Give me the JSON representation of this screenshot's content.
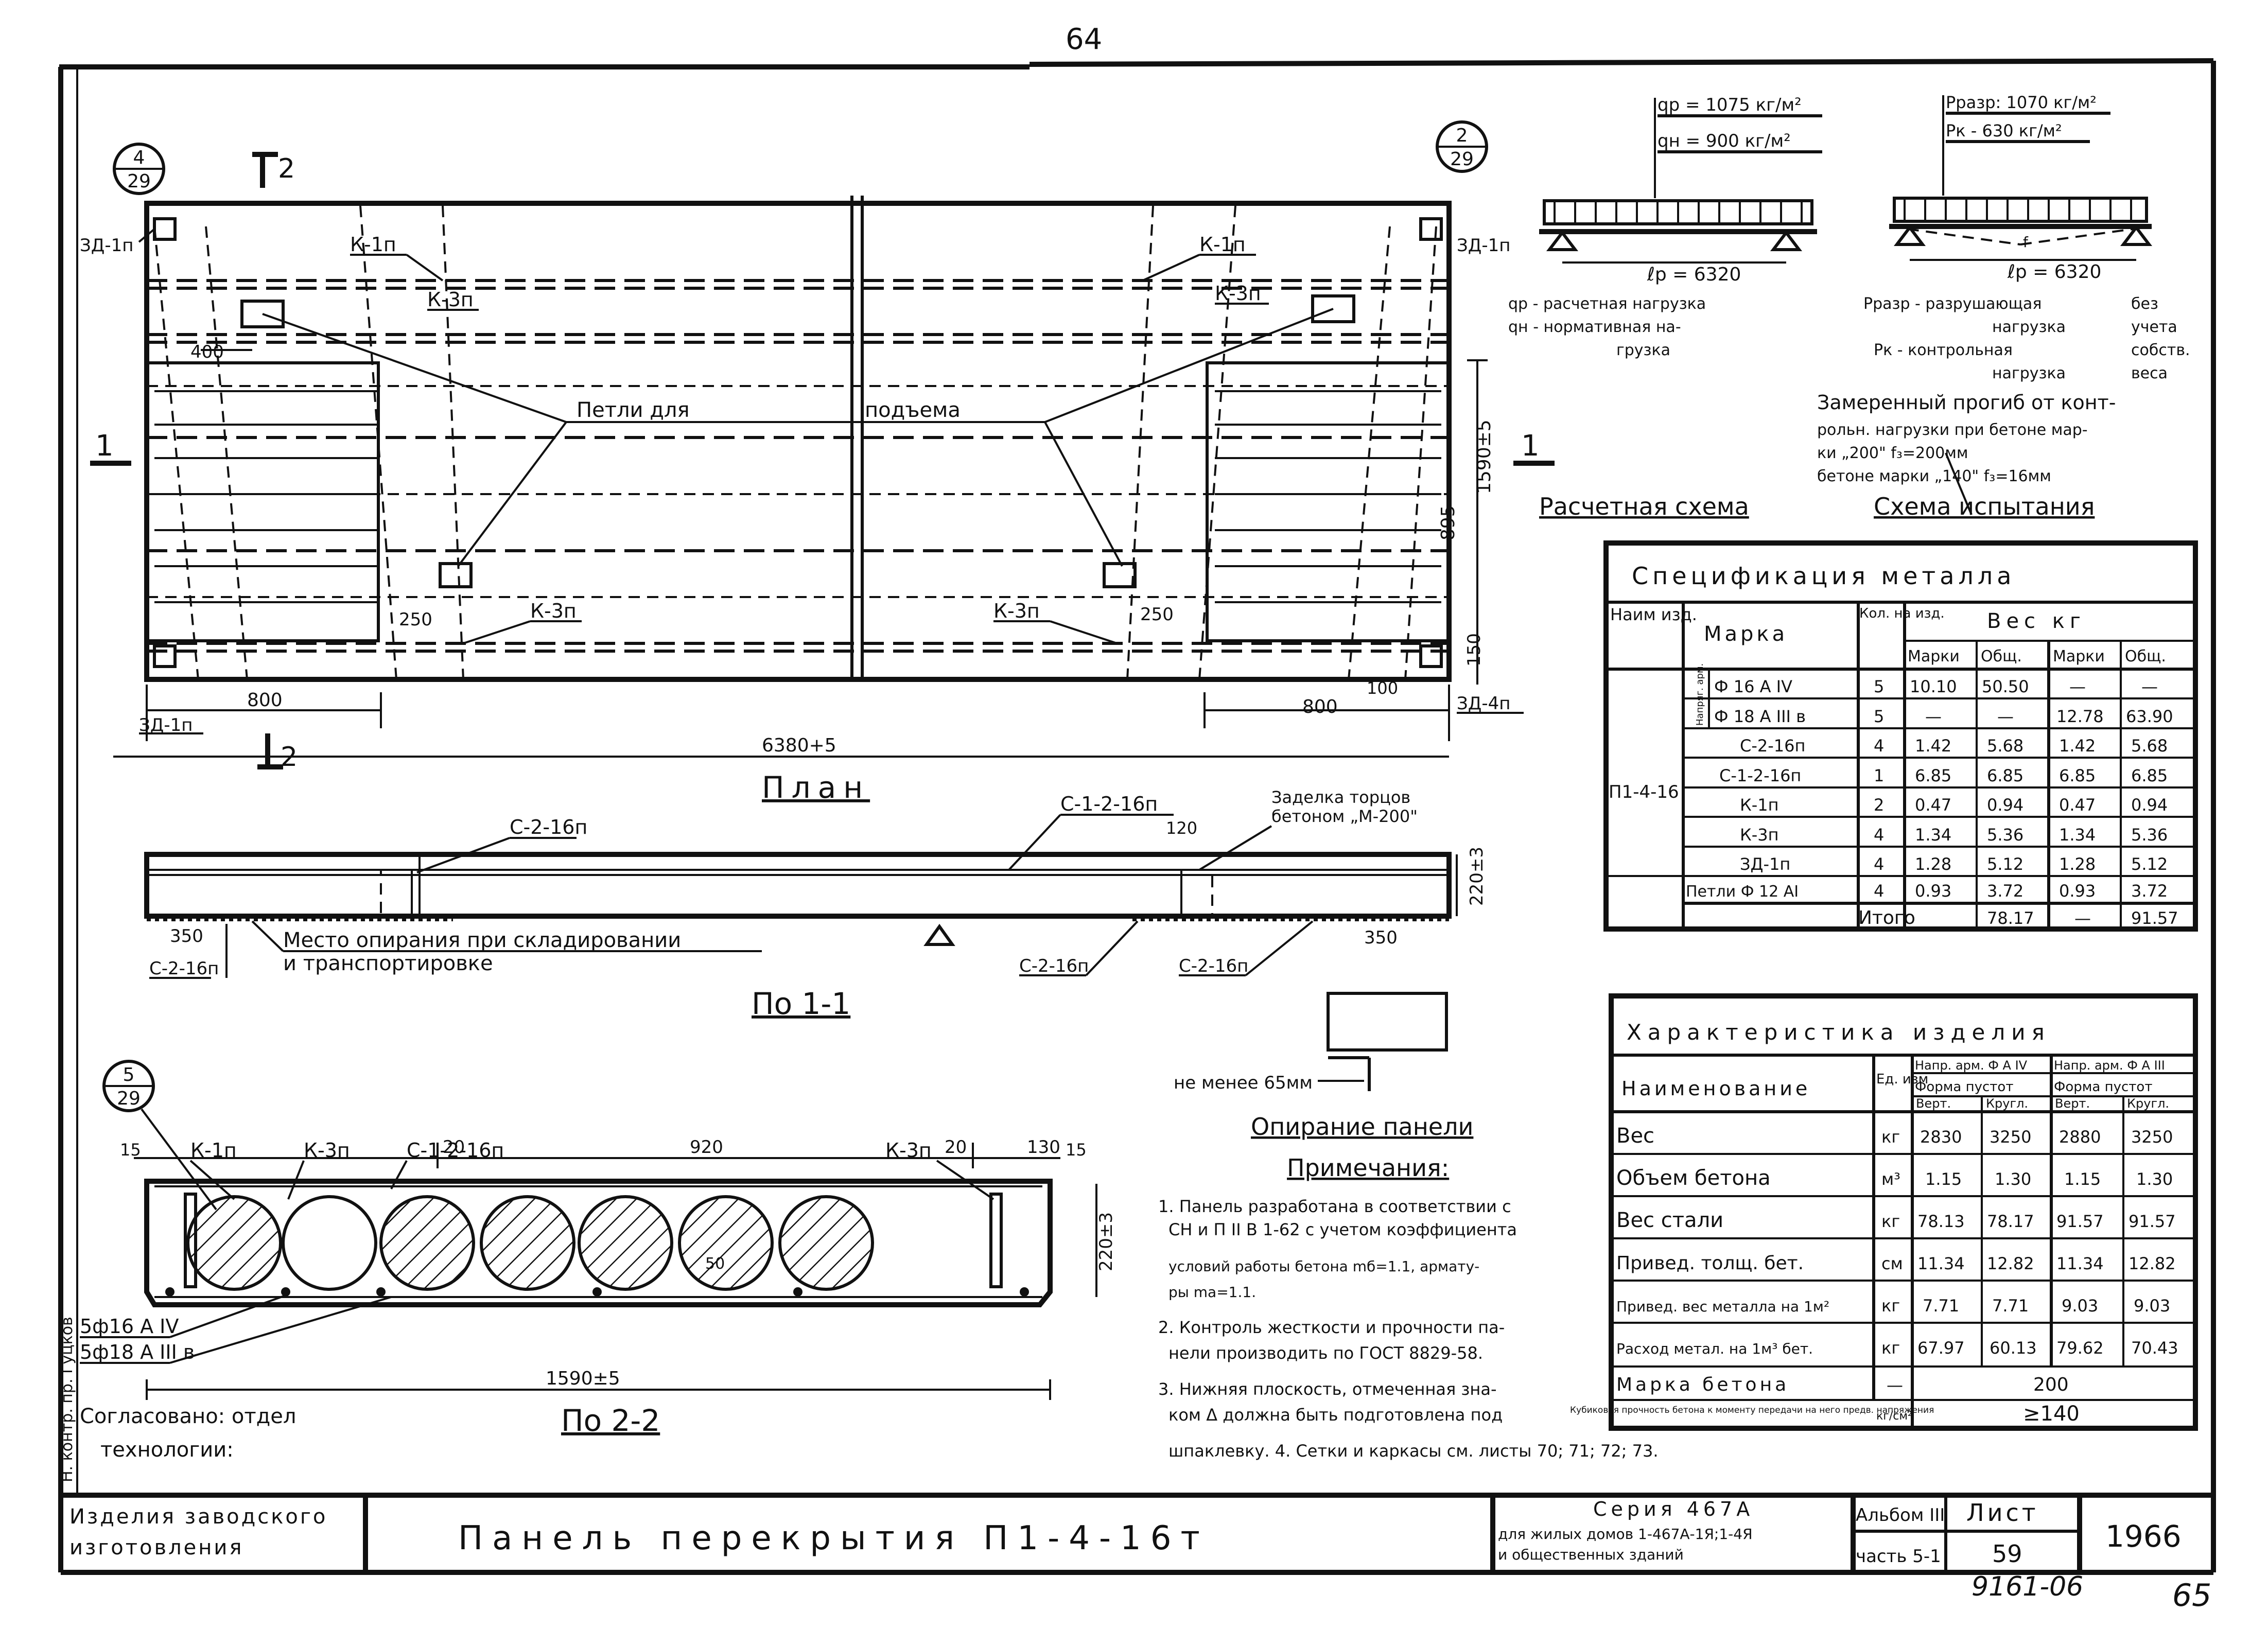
{
  "page_number_top": "64",
  "page_number_bottom": "65",
  "stamp_number": "9161-06",
  "plan": {
    "title": "План",
    "callout_left": {
      "top": "4",
      "bottom": "29"
    },
    "callout_right": {
      "top": "2",
      "bottom": "29"
    },
    "section_mark_top": "2",
    "section_mark_bottom": "2",
    "section_mark_left": "1",
    "section_mark_right": "1",
    "labels": {
      "k1p_left": "К-1п",
      "k3p_left_top": "К-3п",
      "k1p_right": "К-1п",
      "k3p_right_top": "К-3п",
      "k3p_left_bottom": "К-3п",
      "k3p_right_bottom": "К-3п",
      "zd1p_tl": "ЗД-1п",
      "zd1p_tr": "ЗД-1п",
      "zd1p_bl": "ЗД-1п",
      "zd4p_br": "ЗД-4п",
      "lifting_loops_a": "Петли для",
      "lifting_loops_b": "подъема"
    },
    "dims": {
      "d400": "400",
      "d250_left": "250",
      "d250_right": "250",
      "d800_left": "800",
      "d800_right": "800",
      "d100": "100",
      "d150": "150",
      "d895": "895",
      "width": "1590±5",
      "length": "6380+5"
    }
  },
  "section11": {
    "title": "По 1-1",
    "labels": {
      "c216p_top": "С-2-16п",
      "c1216p": "С-1-2-16п",
      "c216p_left": "С-2-16п",
      "c216p_bottom_mid": "С-2-16п",
      "c216p_bottom_right": "С-2-16п",
      "end_seal_a": "Заделка торцов",
      "end_seal_b": "бетоном „М-200\"",
      "storage_a": "Место опирания при складировании",
      "storage_b": "и транспортировке"
    },
    "dims": {
      "d350_left": "350",
      "d350_right": "350",
      "d120": "120",
      "height": "220±3"
    }
  },
  "section22": {
    "title": "По 2-2",
    "callout": {
      "top": "5",
      "bottom": "29"
    },
    "labels": {
      "k1p": "К-1п",
      "k3p_left": "К-3п",
      "c1216p": "С-1-2-16п",
      "k3p_right": "К-3п",
      "rebar_a": "5ф16 А IV",
      "rebar_b": "5ф18 А III в"
    },
    "dims": {
      "d15_left": "15",
      "d15_right": "15",
      "d20_left": "20",
      "d20_right": "20",
      "d920": "920",
      "d130": "130",
      "d50": "50",
      "height": "220±3",
      "width": "1590±5"
    }
  },
  "support": {
    "title": "Опирание панели",
    "min_label": "не менее 65мм"
  },
  "calc_scheme": {
    "title": "Расчетная схема",
    "qp": "qр = 1075 кг/м²",
    "qn": "qн = 900 кг/м²",
    "lp": "ℓр = 6320",
    "legend_a": "qр - расчетная нагрузка",
    "legend_b": "qн - нормативная на-",
    "legend_c": "грузка"
  },
  "test_scheme": {
    "title": "Схема испытания",
    "prazr": "Рразр: 1070 кг/м²",
    "pk": "Рк - 630 кг/м²",
    "f": "f",
    "lp": "ℓр = 6320",
    "legend": [
      "Рразр - разрушающая",
      "нагрузка",
      "Рк - контрольная",
      "нагрузка"
    ],
    "legend_right": [
      "без",
      "учета",
      "собств.",
      "веса"
    ],
    "note": [
      "Замеренный прогиб от конт-",
      "рольн. нагрузки при бетоне мар-",
      "ки „200\" f₃=200мм",
      "бетоне марки „140\" f₃=16мм"
    ]
  },
  "spec_metal": {
    "title": "Спецификация металла",
    "h_name": "Наим изд.",
    "h_mark": "Марка",
    "h_qty": "Кол. на изд.",
    "h_weight": "Вес кг",
    "h_sub": [
      "Марки",
      "Общ.",
      "Марки",
      "Общ."
    ],
    "product": "П1-4-16",
    "group_label": "Напряг. арм.",
    "rows": [
      [
        "Ф 16 А IV",
        "5",
        "10.10",
        "50.50",
        "—",
        "—"
      ],
      [
        "Ф 18 А III в",
        "5",
        "—",
        "—",
        "12.78",
        "63.90"
      ],
      [
        "С-2-16п",
        "4",
        "1.42",
        "5.68",
        "1.42",
        "5.68"
      ],
      [
        "С-1-2-16п",
        "1",
        "6.85",
        "6.85",
        "6.85",
        "6.85"
      ],
      [
        "К-1п",
        "2",
        "0.47",
        "0.94",
        "0.47",
        "0.94"
      ],
      [
        "К-3п",
        "4",
        "1.34",
        "5.36",
        "1.34",
        "5.36"
      ],
      [
        "ЗД-1п",
        "4",
        "1.28",
        "5.12",
        "1.28",
        "5.12"
      ],
      [
        "Петли Ф 12 АI",
        "4",
        "0.93",
        "3.72",
        "0.93",
        "3.72"
      ]
    ],
    "total_label": "Итого",
    "totals": [
      "78.17",
      "—",
      "91.57"
    ]
  },
  "characteristics": {
    "title": "Характеристика изделия",
    "h_name": "Наименование",
    "h_unit": "Ед. изм",
    "h_groups": [
      "Напр. арм. Ф А IV",
      "Напр. арм. Ф А III"
    ],
    "h_forms": [
      "Форма пустот",
      "Форма пустот"
    ],
    "h_shapes": [
      "Верт.",
      "Кругл.",
      "Верт.",
      "Кругл."
    ],
    "rows": [
      [
        "Вес",
        "кг",
        "2830",
        "3250",
        "2880",
        "3250"
      ],
      [
        "Объем бетона",
        "м³",
        "1.15",
        "1.30",
        "1.15",
        "1.30"
      ],
      [
        "Вес стали",
        "кг",
        "78.13",
        "78.17",
        "91.57",
        "91.57"
      ],
      [
        "Привед. толщ. бет.",
        "см",
        "11.34",
        "12.82",
        "11.34",
        "12.82"
      ],
      [
        "Привед. вес металла на 1м²",
        "кг",
        "7.71",
        "7.71",
        "9.03",
        "9.03"
      ],
      [
        "Расход метал. на 1м³ бет.",
        "кг",
        "67.97",
        "60.13",
        "79.62",
        "70.43"
      ]
    ],
    "grade_label": "Марка бетона",
    "grade_unit": "—",
    "grade_value": "200",
    "strength_label": "Кубиковая прочность бетона к моменту передачи на него предв. напряжения",
    "strength_unit": "кг/см²",
    "strength_value": "≥140"
  },
  "notes": {
    "title": "Примечания:",
    "lines": [
      "1. Панель разработана в соответствии с",
      "СН и П II В 1-62 с учетом коэффициента",
      "условий работы бетона mб=1.1, армату-",
      "ры ma=1.1.",
      "2. Контроль жесткости и прочности па-",
      "нели производить по ГОСТ 8829-58.",
      "3. Нижняя плоскость, отмеченная зна-",
      "ком Δ должна быть подготовлена под",
      "шпаклевку.      4. Сетки и каркасы см. листы 70; 71; 72; 73."
    ]
  },
  "agreed": {
    "line1": "Согласовано: отдел",
    "line2": "технологии:"
  },
  "side_stamp": "Н. контр. пр. Гуцков",
  "title_block": {
    "left_a": "Изделия заводского",
    "left_b": "изготовления",
    "title": "Панель перекрытия  П1-4-16т",
    "series_a": "Серия 467А",
    "series_b": "для жилых домов 1-467А-1Я;1-4Я",
    "series_c": "и общественных зданий",
    "album_a": "Альбом III",
    "album_b": "часть 5-1",
    "sheet_label": "Лист",
    "sheet_number": "59",
    "year": "1966"
  }
}
